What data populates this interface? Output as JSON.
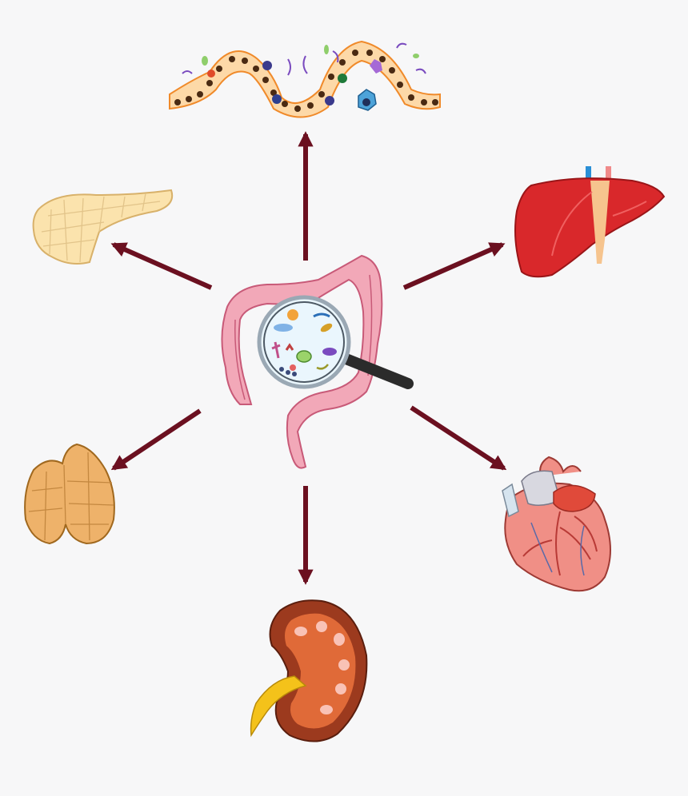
{
  "diagram": {
    "hub": "colon-with-magnifier-microbiome",
    "organs": [
      "intestinal-epithelium",
      "liver",
      "heart",
      "kidney",
      "thyroid",
      "pancreas"
    ],
    "edges": [
      {
        "from": "colon",
        "to": "intestinal-epithelium"
      },
      {
        "from": "colon",
        "to": "liver"
      },
      {
        "from": "colon",
        "to": "heart"
      },
      {
        "from": "colon",
        "to": "kidney"
      },
      {
        "from": "colon",
        "to": "thyroid"
      },
      {
        "from": "colon",
        "to": "pancreas"
      }
    ]
  },
  "colors": {
    "background": "#f7f7f8",
    "arrow": "#6b1020",
    "liver": "#d9282b",
    "heart": "#f08f86",
    "kidney": "#9c3a1e",
    "colon": "#f2a8b8",
    "pancreas": "#fbe3ad",
    "thyroid": "#eeb26a"
  }
}
